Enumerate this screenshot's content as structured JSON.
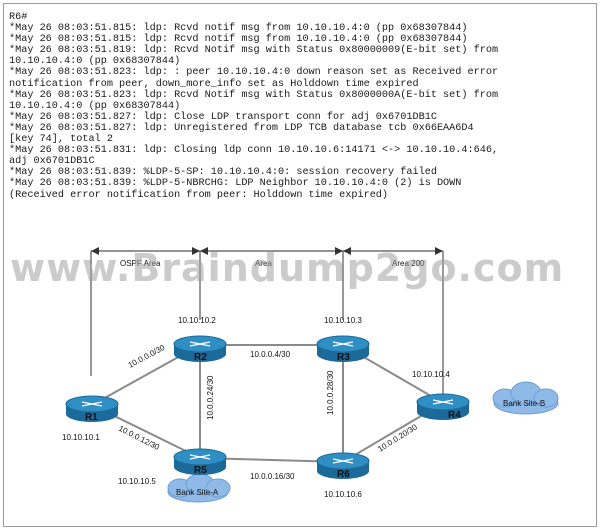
{
  "log_lines": [
    "R6#",
    "*May 26 08:03:51.815: ldp: Rcvd notif msg from 10.10.10.4:0 (pp 0x68307844)",
    "*May 26 08:03:51.815: ldp: Rcvd notif msg from 10.10.10.4:0 (pp 0x68307844)",
    "*May 26 08:03:51.819: ldp: Rcvd Notif msg with Status 0x80000009(E-bit set) from",
    "10.10.10.4:0 (pp 0x68307844)",
    "*May 26 08:03:51.823: ldp: : peer 10.10.10.4:0 down reason set as Received error",
    "notification from peer, down_more_info set as Holddown time expired",
    "*May 26 08:03:51.823: ldp: Rcvd Notif msg with Status 0x8000000A(E-bit set) from",
    "10.10.10.4:0 (pp 0x68307844)",
    "*May 26 08:03:51.827: ldp: Close LDP transport conn for adj 0x6701DB1C",
    "*May 26 08:03:51.827: ldp: Unregistered from LDP TCB database tcb 0x66EAA6D4",
    "[key 74], total 2",
    "*May 26 08:03:51.831: ldp: Closing ldp conn 10.10.10.6:14171 <-> 10.10.10.4:646,",
    "adj 0x6701DB1C",
    "*May 26 08:03:51.839: %LDP-5-SP: 10.10.10.4:0: session recovery failed",
    "*May 26 08:03:51.839: %LDP-5-NBRCHG: LDP Neighbor 10.10.10.4:0 (2) is DOWN",
    "(Received error notification from peer: Holddown time expired)"
  ],
  "watermark": "www.Braindump2go.com",
  "diagram": {
    "area_labels": [
      "OSPF Area",
      "Area",
      "Area 200"
    ],
    "routers": [
      {
        "name": "R1",
        "ip": "10.10.10.1"
      },
      {
        "name": "R2",
        "ip": "10.10.10.2"
      },
      {
        "name": "R3",
        "ip": "10.10.10.3"
      },
      {
        "name": "R4",
        "ip": "10.10.10.4"
      },
      {
        "name": "R5",
        "ip": "10.10.10.5"
      },
      {
        "name": "R6",
        "ip": "10.10.10.6"
      }
    ],
    "links": [
      {
        "a": "R1",
        "b": "R2",
        "subnet": "10.0.0.0/30"
      },
      {
        "a": "R2",
        "b": "R3",
        "subnet": "10.0.0.4/30"
      },
      {
        "a": "R1",
        "b": "R5",
        "subnet": "10.0.0.12/30"
      },
      {
        "a": "R2",
        "b": "R5",
        "subnet": "10.0.0.24/30"
      },
      {
        "a": "R3",
        "b": "R6",
        "subnet": "10.0.0.28/30"
      },
      {
        "a": "R5",
        "b": "R6",
        "subnet": "10.0.0.16/30"
      },
      {
        "a": "R6",
        "b": "R4",
        "subnet": "10.0.0.20/30"
      },
      {
        "a": "R3",
        "b": "R4",
        "subnet": ""
      }
    ],
    "clouds": [
      {
        "label": "Bank Site-A"
      },
      {
        "label": "Bank Site-B"
      }
    ]
  },
  "colors": {
    "router_top": "#2f8fc4",
    "router_side": "#1c6a99",
    "cloud_fill": "#8fb9e6",
    "line": "#8a8a8a"
  }
}
